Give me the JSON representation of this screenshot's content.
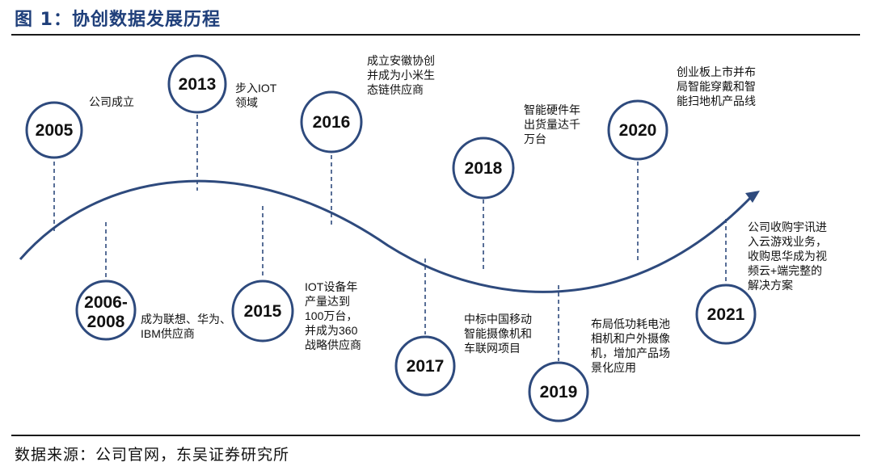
{
  "figure": {
    "title": "图 1：协创数据发展历程",
    "source": "数据来源：公司官网，东吴证券研究所"
  },
  "colors": {
    "accent": "#2e4a7d",
    "title": "#1f3f7a",
    "text": "#111111"
  },
  "events": [
    {
      "year": "2005",
      "lines": [
        "公司成立"
      ]
    },
    {
      "year_lines": [
        "2006-",
        "2008"
      ],
      "lines": [
        "成为联想、华为、",
        "IBM供应商"
      ]
    },
    {
      "year": "2013",
      "lines": [
        "步入IOT",
        "领域"
      ]
    },
    {
      "year": "2015",
      "lines": [
        "IOT设备年",
        "产量达到",
        "100万台，",
        "并成为360",
        "战略供应商"
      ]
    },
    {
      "year": "2016",
      "lines": [
        "成立安徽协创",
        "并成为小米生",
        "态链供应商"
      ]
    },
    {
      "year": "2017",
      "lines": [
        "中标中国移动",
        "智能摄像机和",
        "车联网项目"
      ]
    },
    {
      "year": "2018",
      "lines": [
        "智能硬件年",
        "出货量达千",
        "万台"
      ]
    },
    {
      "year": "2019",
      "lines": [
        "布局低功耗电池",
        "相机和户外摄像",
        "机，增加产品场",
        "景化应用"
      ]
    },
    {
      "year": "2020",
      "lines": [
        "创业板上市并布",
        "局智能穿戴和智",
        "能扫地机产品线"
      ]
    },
    {
      "year": "2021",
      "lines": [
        "公司收购宇讯进",
        "入云游戏业务，",
        "收购思华成为视",
        "频云+端完整的",
        "解决方案"
      ]
    }
  ]
}
